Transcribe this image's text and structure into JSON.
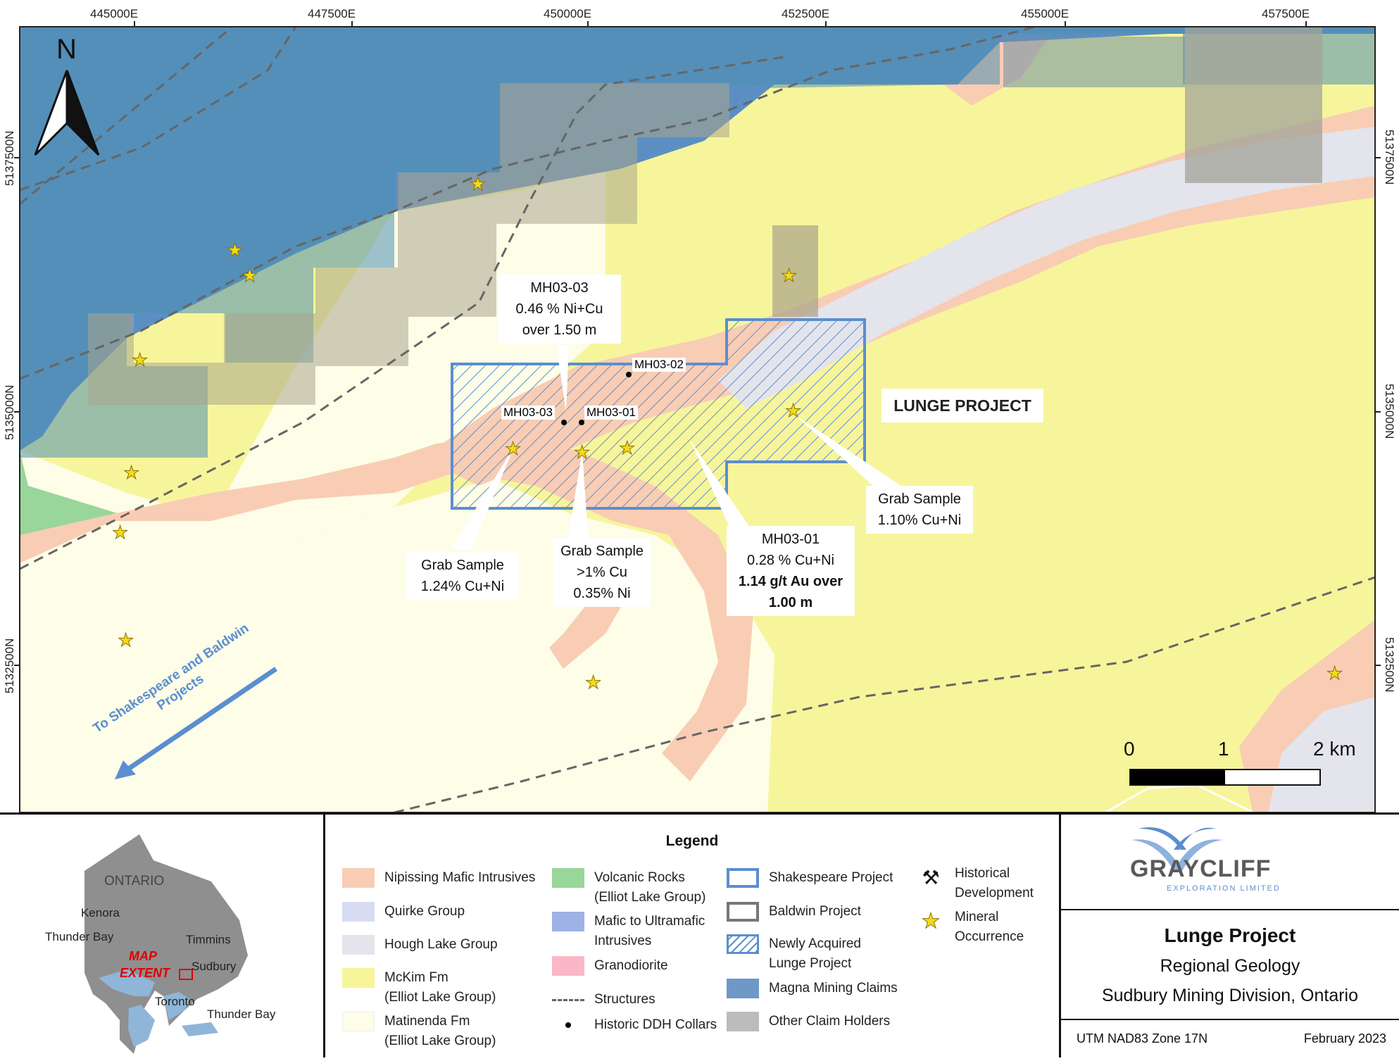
{
  "map": {
    "north_arrow_label": "N",
    "easting_labels": [
      "445000E",
      "447500E",
      "450000E",
      "452500E",
      "455000E",
      "457500E"
    ],
    "northing_labels": [
      "5137500N",
      "5135000N",
      "5132500N"
    ],
    "project_label": "LUNGE PROJECT",
    "direction_arrow_label_line1": "To Shakespeare and Baldwin",
    "direction_arrow_label_line2": "Projects",
    "ddh_collars": [
      "MH03-02",
      "MH03-03",
      "MH03-01"
    ],
    "callouts": {
      "mh0303": {
        "line1": "MH03-03",
        "line2": "0.46 % Ni+Cu",
        "line3": "over 1.50 m"
      },
      "grab1": {
        "line1": "Grab Sample",
        "line2": "1.24% Cu+Ni"
      },
      "grab2": {
        "line1": "Grab Sample",
        "line2": ">1% Cu",
        "line3": "0.35% Ni"
      },
      "mh0301": {
        "line1": "MH03-01",
        "line2": "0.28 % Cu+Ni",
        "line3": "1.14 g/t Au over",
        "line4": "1.00 m"
      },
      "grab3": {
        "line1": "Grab Sample",
        "line2": "1.10% Cu+Ni"
      }
    },
    "scale_bar": {
      "label_0": "0",
      "label_1": "1",
      "label_2": "2 km"
    }
  },
  "inset": {
    "province": "ONTARIO",
    "cities": [
      "Kenora",
      "Thunder Bay",
      "Timmins",
      "Sudbury",
      "Toronto",
      "Thunder Bay"
    ],
    "map_extent_line1": "MAP",
    "map_extent_line2": "EXTENT"
  },
  "legend": {
    "title": "Legend",
    "items": [
      {
        "label": "Nipissing Mafic Intrusives",
        "color": "#f8cdb4"
      },
      {
        "label": "Quirke Group",
        "color": "#d8dcf2"
      },
      {
        "label": "Hough Lake Group",
        "color": "#e4e4ec"
      },
      {
        "label": "McKim Fm\n(Elliot Lake Group)",
        "color": "#f7f59b"
      },
      {
        "label": "Matinenda Fm\n(Elliot Lake Group)",
        "color": "#fdfde8"
      },
      {
        "label": "Volcanic Rocks\n(Elliot Lake Group)",
        "color": "#98d69a"
      },
      {
        "label": "Mafic to Ultramafic\nIntrusives",
        "color": "#9eb2e6"
      },
      {
        "label": "Granodiorite",
        "color": "#fcb7c6"
      },
      {
        "label": "Structures",
        "color": "#666666"
      },
      {
        "label": "Historic DDH Collars",
        "color": "#000000"
      },
      {
        "label": "Shakespeare Project",
        "color": "#5b8ed0"
      },
      {
        "label": "Baldwin Project",
        "color": "#777777"
      },
      {
        "label": "Newly Acquired\nLunge Project",
        "color": "#5b8ed0"
      },
      {
        "label": "Magna Mining Claims",
        "color": "#6e99c7"
      },
      {
        "label": "Other Claim Holders",
        "color": "#bcbcbc"
      },
      {
        "label": "Historical\nDevelopment",
        "color": "#111111"
      },
      {
        "label": "Mineral\nOccurrence",
        "color": "#f5d81a"
      }
    ]
  },
  "title_block": {
    "company_name": "GRAYCLIFF",
    "company_sub": "EXPLORATION LIMITED",
    "project_title": "Lunge Project",
    "subtitle1": "Regional Geology",
    "subtitle2": "Sudbury Mining Division, Ontario",
    "projection": "UTM NAD83 Zone 17N",
    "date": "February 2023"
  },
  "colors": {
    "mafic_ultramafic": "#5b8fc4",
    "matinenda": "#fdfde8",
    "mckim": "#f7f59b",
    "nipissing": "#f8cdb4",
    "hough_lake": "#e4e4ec",
    "quirke": "#d8dcf2",
    "volcanic": "#98d69a",
    "claims_other": "#bcbcbc",
    "lunge_outline": "#5b8ed0",
    "star": "#f5d81a",
    "structure_line": "#666666",
    "callout_text_blue": "#5b8ed0"
  }
}
